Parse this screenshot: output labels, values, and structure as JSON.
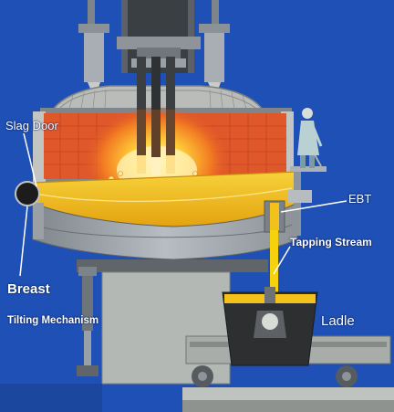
{
  "labels": {
    "slag_door": "Slag Door",
    "ebt": "EBT",
    "tapping_stream": "Tapping Stream",
    "breast": "Breast",
    "tilting_mechanism": "Tilting Mechanism",
    "ladle": "Ladle"
  },
  "colors": {
    "background": "#1f50b5",
    "shell_grey": "#a9b0b6",
    "refractory": "#e0582a",
    "molten_steel": "#f2c21a",
    "tapping_stream": "#f5d20c"
  },
  "icons": {
    "operator": "worker-figure-icon",
    "electrodes": "graphite-electrodes-icon"
  }
}
